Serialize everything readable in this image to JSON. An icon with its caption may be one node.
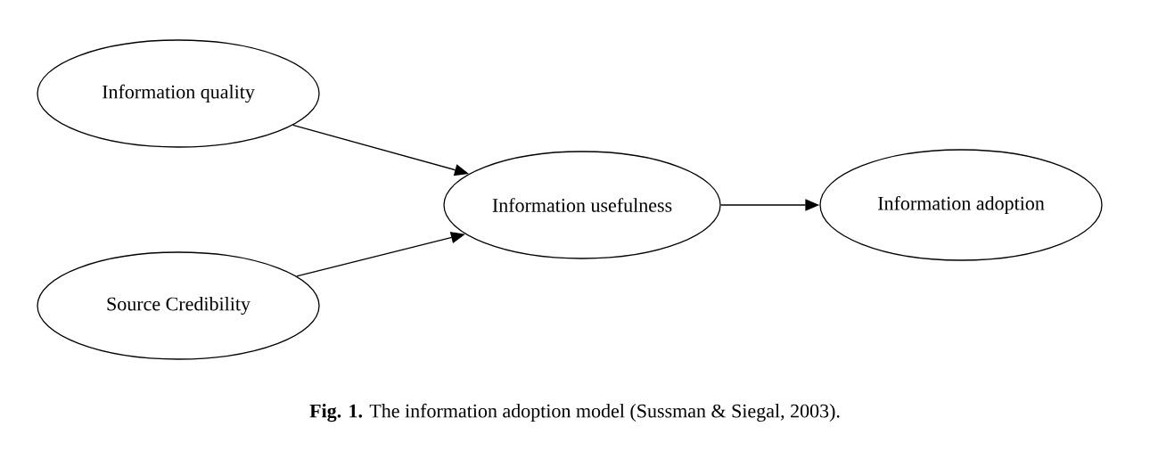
{
  "diagram": {
    "caption": "**Fig. 1.** The information adoption model (Sussman & Siegal, 2003).",
    "nodes": [
      {
        "text": [
          "Information quality"
        ]
      },
      {
        "text": [
          "Source Credibility"
        ]
      },
      {
        "text": [
          "Information usefulness"
        ]
      },
      {
        "text": [
          "Information adoption"
        ]
      }
    ],
    "edges": [
      {
        "from": 0,
        "to": 2,
        "arrow": "to"
      },
      {
        "from": 1,
        "to": 2,
        "arrow": "to"
      },
      {
        "from": 2,
        "to": 3,
        "arrow": "to"
      }
    ]
  }
}
